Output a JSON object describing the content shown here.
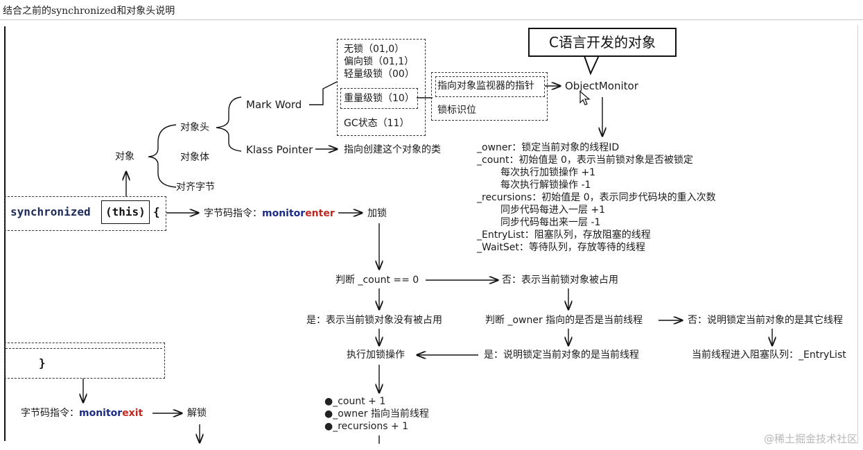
{
  "header": {
    "title": "结合之前的synchronized和对象头说明"
  },
  "callout": {
    "text": "C语言开发的对象"
  },
  "object_tree": {
    "root": "对象",
    "children": [
      "对象头",
      "对象体",
      "对齐字节"
    ],
    "header_parts": [
      "Mark Word",
      "Klass Pointer"
    ],
    "klass_pointer_desc": "指向创建这个对象的类"
  },
  "mark_word_states": {
    "lock_free": "无锁（01,0）",
    "biased": "偏向锁（01,1）",
    "lightweight": "轻量级锁（00）",
    "heavyweight": "重量级锁（10）",
    "gc": "GC状态（11）"
  },
  "heavy_detail": {
    "pointer": "指向对象监视器的指针",
    "flag": "锁标识位",
    "monitor": "ObjectMonitor"
  },
  "monitor_fields": [
    "_owner：锁定当前对象的线程ID",
    "_count：初始值是 0，表示当前锁对象是否被锁定",
    "每次执行加锁操作 +1",
    "每次执行解锁操作  -1",
    "_recursions：初始值是 0，表示同步代码块的重入次数",
    "同步代码每进入一层 +1",
    "同步代码每出来一层 -1",
    "_EntryList：阻塞队列，存放阻塞的线程",
    "_WaitSet：等待队列，存放等待的线程"
  ],
  "code": {
    "sync_keyword": "synchronized",
    "this_arg": "(this)",
    "open_brace": "{",
    "close_brace": "}"
  },
  "enter": {
    "prefix": "字节码指令：",
    "kw_blue": "monitor",
    "kw_red": "enter",
    "result": "加锁"
  },
  "exit": {
    "prefix": "字节码指令：",
    "kw_blue": "monitor",
    "kw_red": "exit",
    "result": "解锁"
  },
  "flow": {
    "check_count": "判断 _count == 0",
    "count_no": "否：表示当前锁对象被占用",
    "count_yes": "是：表示当前锁对象没有被占用",
    "check_owner": "判断 _owner 指向的是否是当前线程",
    "owner_no": "否：说明锁定当前对象的是其它线程",
    "owner_yes": "是：说明锁定当前对象的是当前线程",
    "do_lock": "执行加锁操作",
    "enter_queue": "当前线程进入阻塞队列：_EntryList",
    "bullets": [
      "_count + 1",
      "_owner 指向当前线程",
      "_recursions + 1"
    ]
  },
  "watermark": "@稀土掘金技术社区"
}
